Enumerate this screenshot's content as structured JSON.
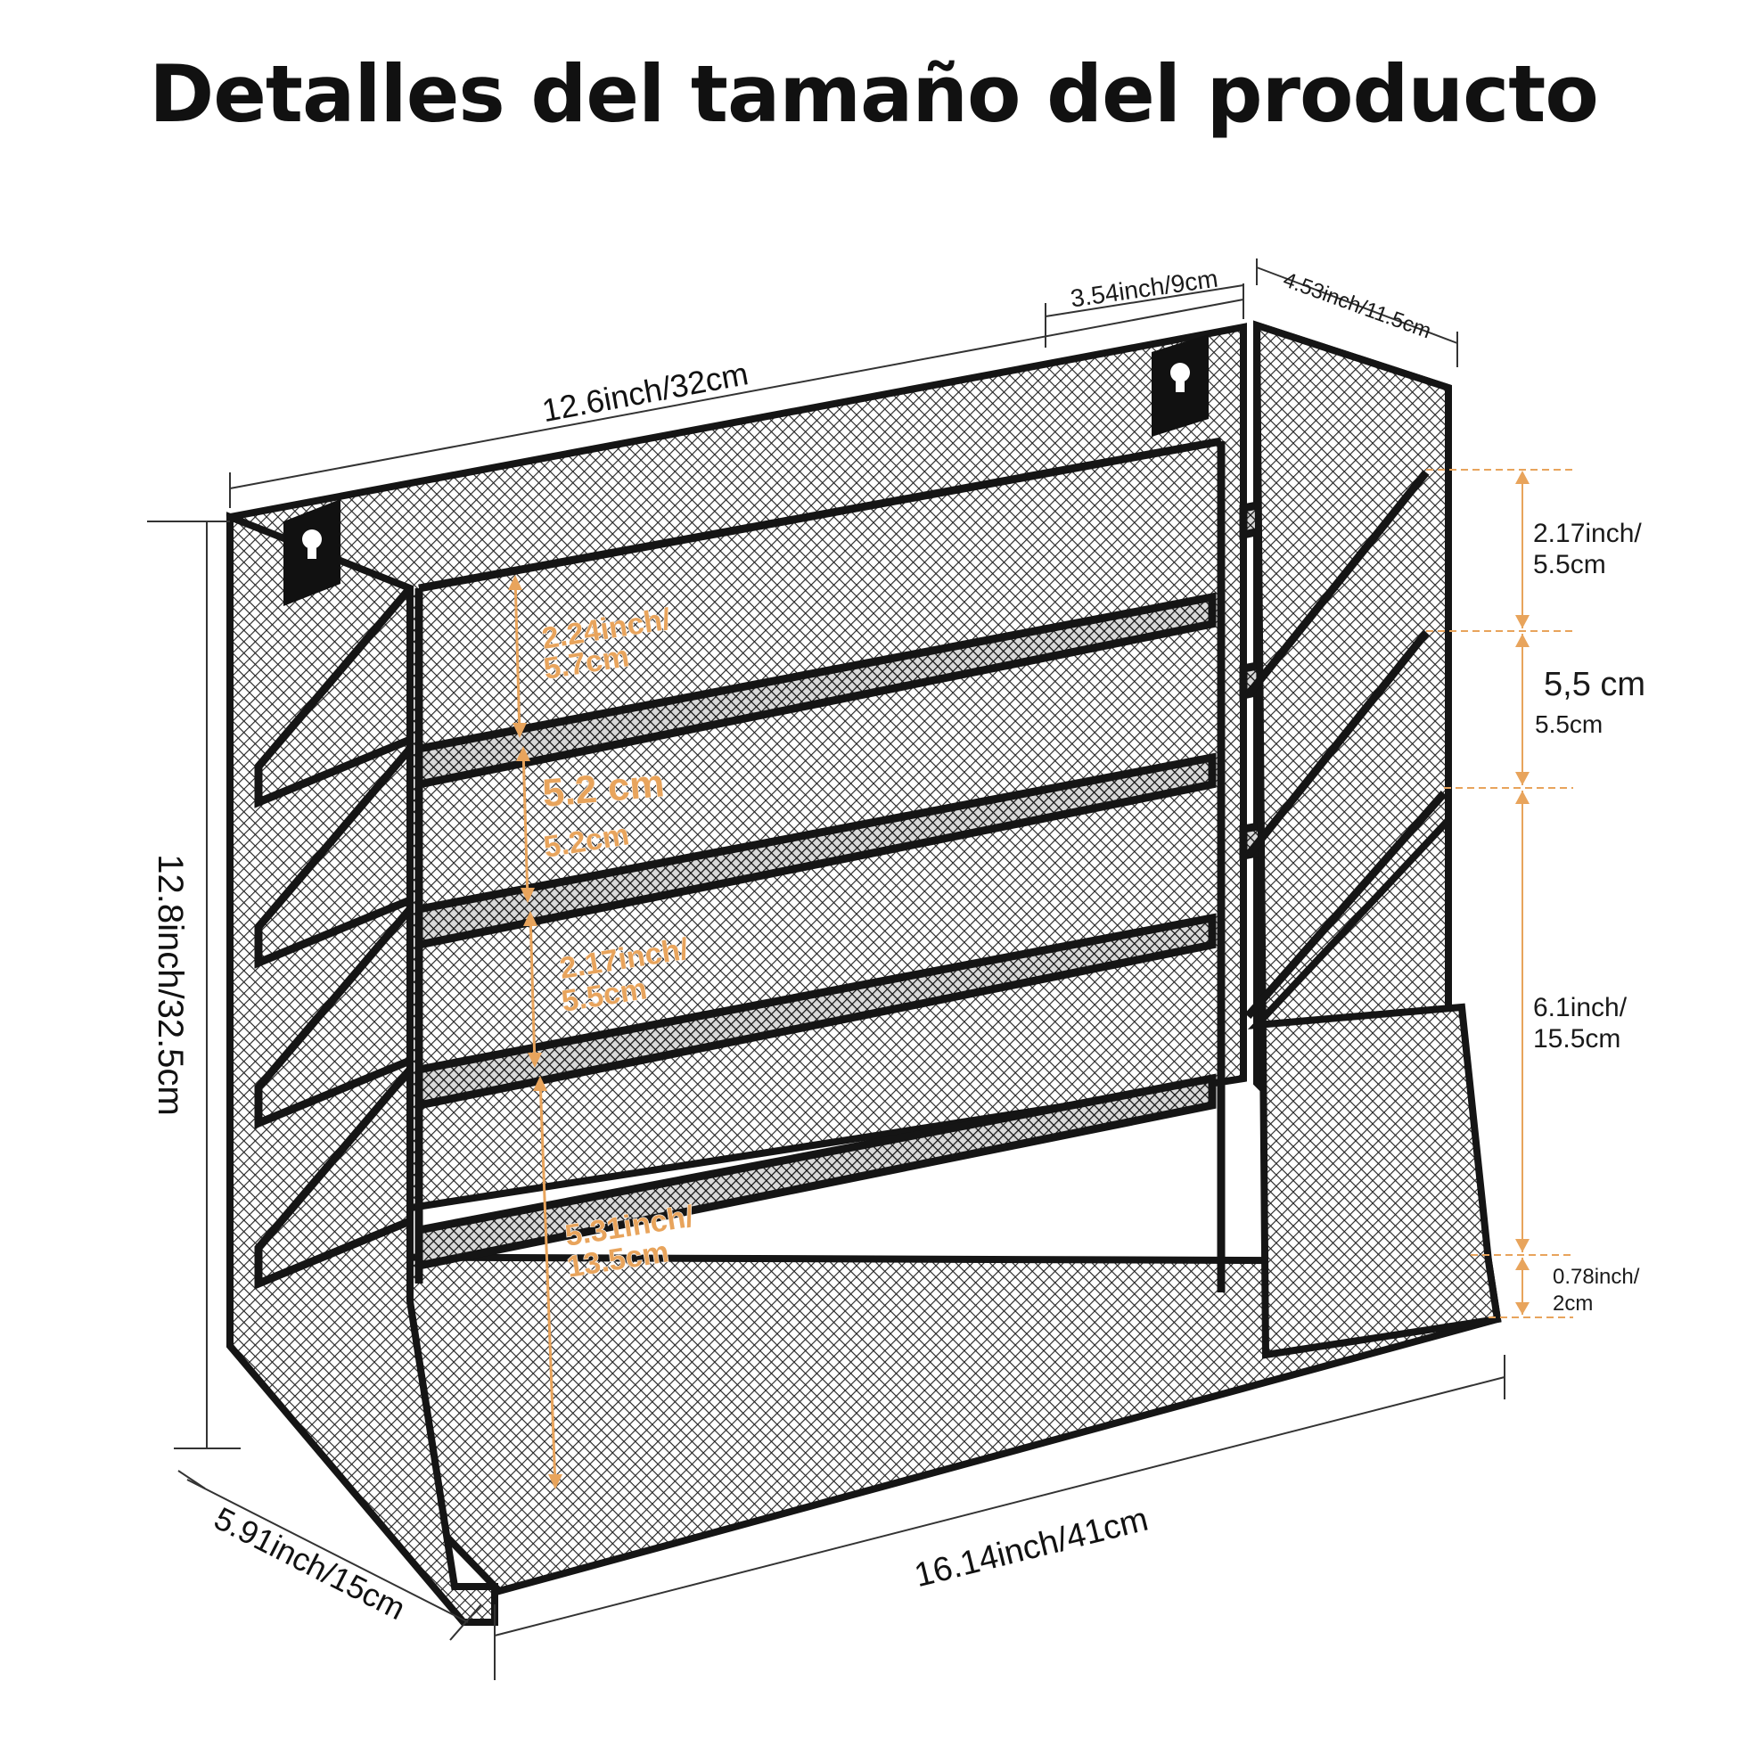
{
  "title": "Detalles del tamaño del producto",
  "dimensions": {
    "top_width": "12.6inch/32cm",
    "top_depth_left": "3.54inch/9cm",
    "top_depth_right": "4.53inch/11.5cm",
    "height": "12.8inch/32.5cm",
    "bottom_depth": "5.91inch/15cm",
    "bottom_width": "16.14inch/41cm"
  },
  "left_section_spacings": [
    {
      "line1": "2.24inch/",
      "line2": "5.7cm"
    },
    {
      "line1": "5.2 cm",
      "line2": "5.2cm"
    },
    {
      "line1": "2.17inch/",
      "line2": "5.5cm"
    },
    {
      "line1": "5.31inch/",
      "line2": "13.5cm"
    }
  ],
  "right_section_spacings": [
    {
      "line1": "2.17inch/",
      "line2": "5.5cm"
    },
    {
      "line1": "5,5 cm",
      "line2": "5.5cm"
    },
    {
      "line1": "6.1inch/",
      "line2": "15.5cm"
    },
    {
      "line1": "0.78inch/",
      "line2": "2cm"
    }
  ],
  "colors": {
    "frame": "#151515",
    "mesh": "#2a2a2a",
    "accent": "#e8a45c",
    "dimension_line": "#333333"
  }
}
